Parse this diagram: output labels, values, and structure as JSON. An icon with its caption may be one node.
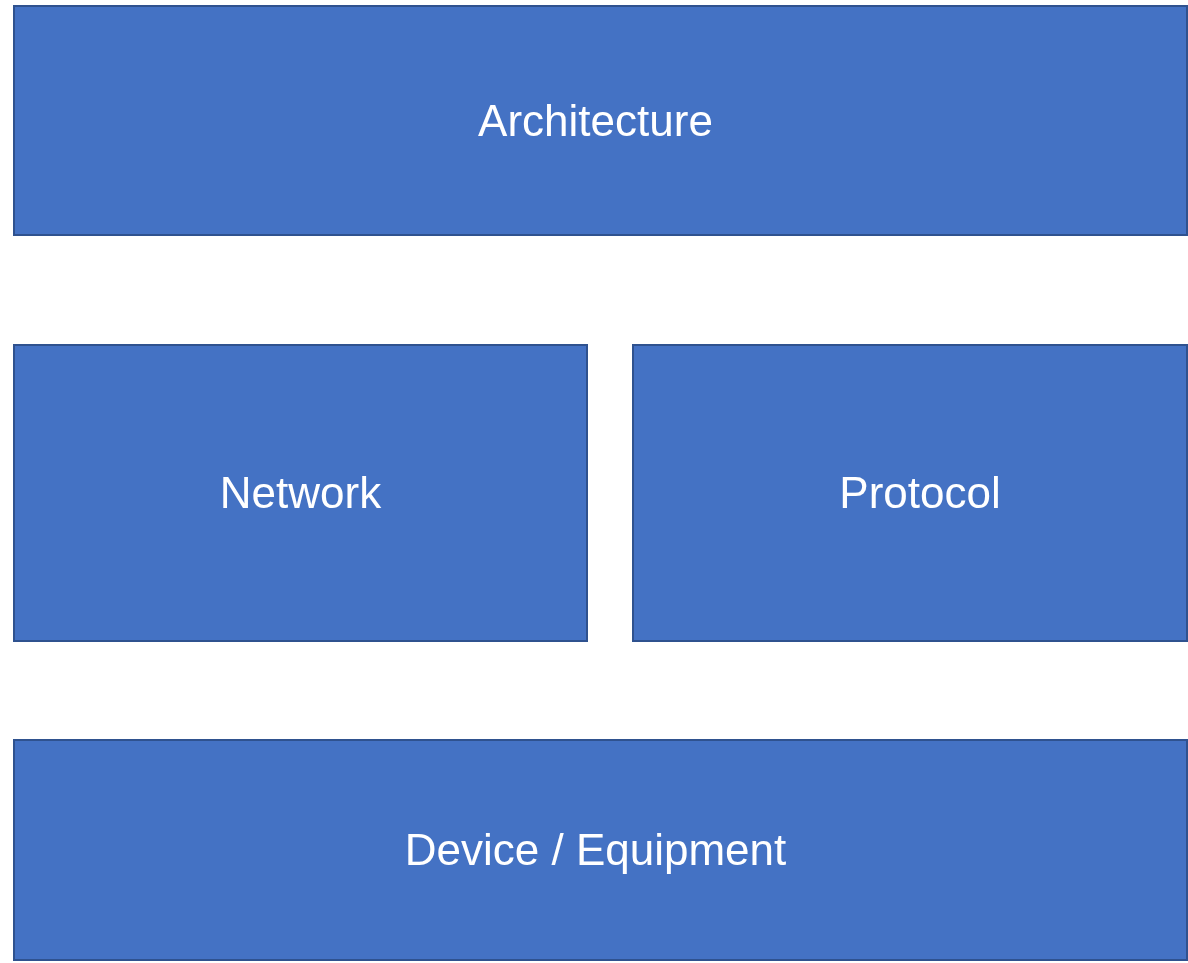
{
  "diagram": {
    "nodes": [
      {
        "text": [
          "Architecture"
        ]
      },
      {
        "text": [
          "Network"
        ]
      },
      {
        "text": [
          "Protocol"
        ]
      },
      {
        "text": [
          "Device / Equipment"
        ]
      }
    ]
  }
}
